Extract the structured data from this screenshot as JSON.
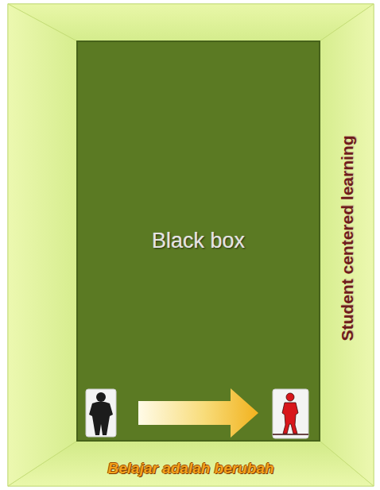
{
  "diagram": {
    "nodes": [
      {
        "text": [
          "Black box"
        ]
      }
    ],
    "labels": [
      "Student centered learning",
      "Belajar adalah berubah"
    ]
  }
}
